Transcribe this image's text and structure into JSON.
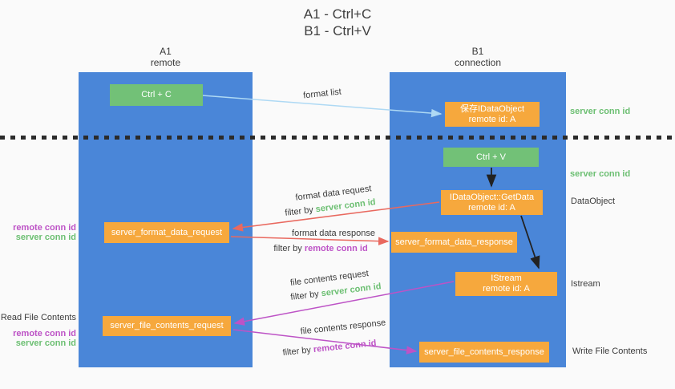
{
  "title": {
    "line1": "A1 - Ctrl+C",
    "line2": "B1 - Ctrl+V"
  },
  "columns": {
    "a": {
      "id": "A1",
      "subtitle": "remote"
    },
    "b": {
      "id": "B1",
      "subtitle": "connection"
    }
  },
  "nodes": {
    "ctrl_c": "Ctrl + C",
    "ctrl_v": "Ctrl + V",
    "save_dataobject": {
      "line1": "保存IDataObject",
      "line2": "remote id: A"
    },
    "getdata": {
      "line1": "IDataObject::GetData",
      "line2": "remote id: A"
    },
    "istream": {
      "line1": "IStream",
      "line2": "remote id: A"
    },
    "format_request": "server_format_data_request",
    "format_response": "server_format_data_response",
    "file_request": "server_file_contents_request",
    "file_response": "server_file_contents_response"
  },
  "edge_labels": {
    "format_list": "format list",
    "format_data_request": "format data request",
    "format_data_response": "format data response",
    "file_contents_request": "file contents request",
    "file_contents_response": "file contents response",
    "filter_prefix": "filter by ",
    "server_conn_id": "server conn id",
    "remote_conn_id": "remote conn id"
  },
  "side_labels": {
    "server_conn_id": "server conn id",
    "remote_conn_id": "remote conn id",
    "dataobject": "DataObject",
    "istream": "Istream",
    "read_file_contents": "Read File Contents",
    "write_file_contents": "Write File Contents"
  },
  "colors": {
    "column_blue": "#4a86d8",
    "box_green": "#72c177",
    "box_orange": "#f6a83d",
    "arrow_red": "#e9695f",
    "arrow_purple": "#bd53c6",
    "arrow_lightblue": "#aed9f4",
    "arrow_black": "#222222",
    "label_green": "#6cbf72",
    "label_purple": "#bd53c6"
  }
}
